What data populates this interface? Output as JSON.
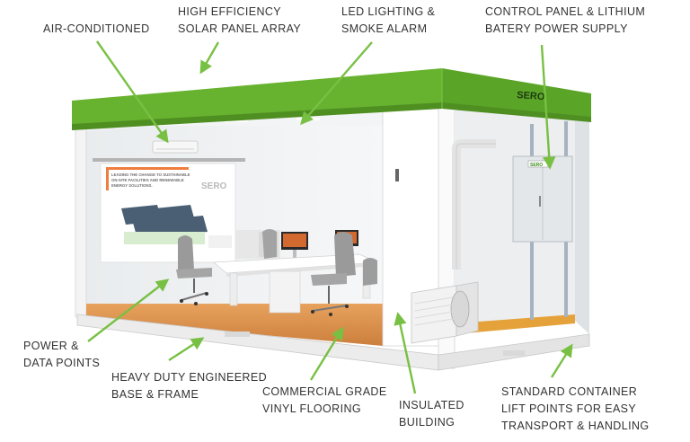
{
  "brand": {
    "logo_text": "SERO",
    "panel_badge_text": "SERO",
    "accent_color": "#66b32e",
    "arrow_color": "#78c043"
  },
  "poster": {
    "headline_lines": [
      "LEADING THE CHANGE TO SUSTAINABLE",
      "ON-SITE FACILITIES AND RENEWABLE",
      "ENERGY SOLUTIONS."
    ],
    "logo_text": "SERO"
  },
  "callouts": {
    "air_conditioned": [
      "AIR-CONDITIONED"
    ],
    "solar": [
      "HIGH EFFICIENCY",
      "SOLAR PANEL ARRAY"
    ],
    "led": [
      "LED LIGHTING &",
      "SMOKE ALARM"
    ],
    "control_panel": [
      "CONTROL PANEL & LITHIUM",
      "BATERY POWER SUPPLY"
    ],
    "power": [
      "POWER &",
      "DATA POINTS"
    ],
    "base": [
      "HEAVY DUTY ENGINEERED",
      "BASE & FRAME"
    ],
    "vinyl": [
      "COMMERCIAL GRADE",
      "VINYL FLOORING"
    ],
    "insulated": [
      "INSULATED",
      "BUILDING"
    ],
    "lift_points": [
      "STANDARD CONTAINER",
      "LIFT POINTS FOR EASY",
      "TRANSPORT & HANDLING"
    ]
  }
}
